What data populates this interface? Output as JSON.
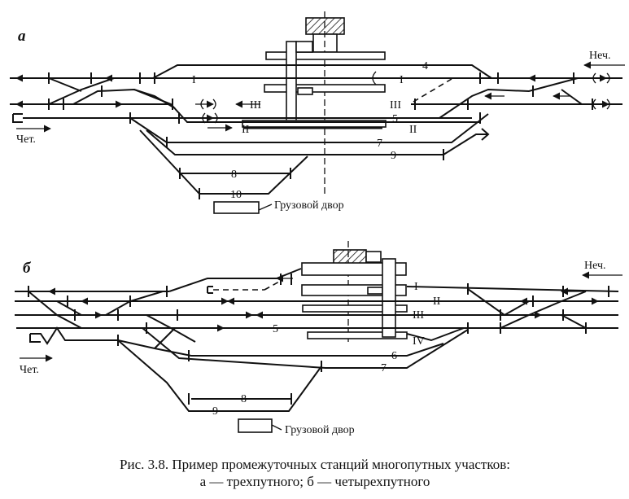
{
  "panel_a": {
    "label": "а",
    "dir_odd": "Неч.",
    "dir_even": "Чет.",
    "tracks": {
      "t1_left": "I",
      "t1_right": "I",
      "t3_left": "III",
      "t3_right": "III",
      "t2_left": "II",
      "t2_right": "II",
      "t4": "4",
      "t5": "5",
      "t7": "7",
      "t9": "9",
      "t8": "8",
      "t10": "10"
    },
    "freight_yard": "Грузовой двор"
  },
  "panel_b": {
    "label": "б",
    "dir_odd": "Неч.",
    "dir_even": "Чет.",
    "tracks": {
      "t1": "I",
      "t2": "II",
      "t3": "III",
      "t4": "IV",
      "t5": "5",
      "t6": "6",
      "t7": "7",
      "t8": "8",
      "t9": "9"
    },
    "freight_yard": "Грузовой двор"
  },
  "caption": {
    "line1": "Рис. 3.8. Пример промежуточных станций многопутных участков:",
    "line2": "а — трехпутного; б — четырехпутного"
  }
}
